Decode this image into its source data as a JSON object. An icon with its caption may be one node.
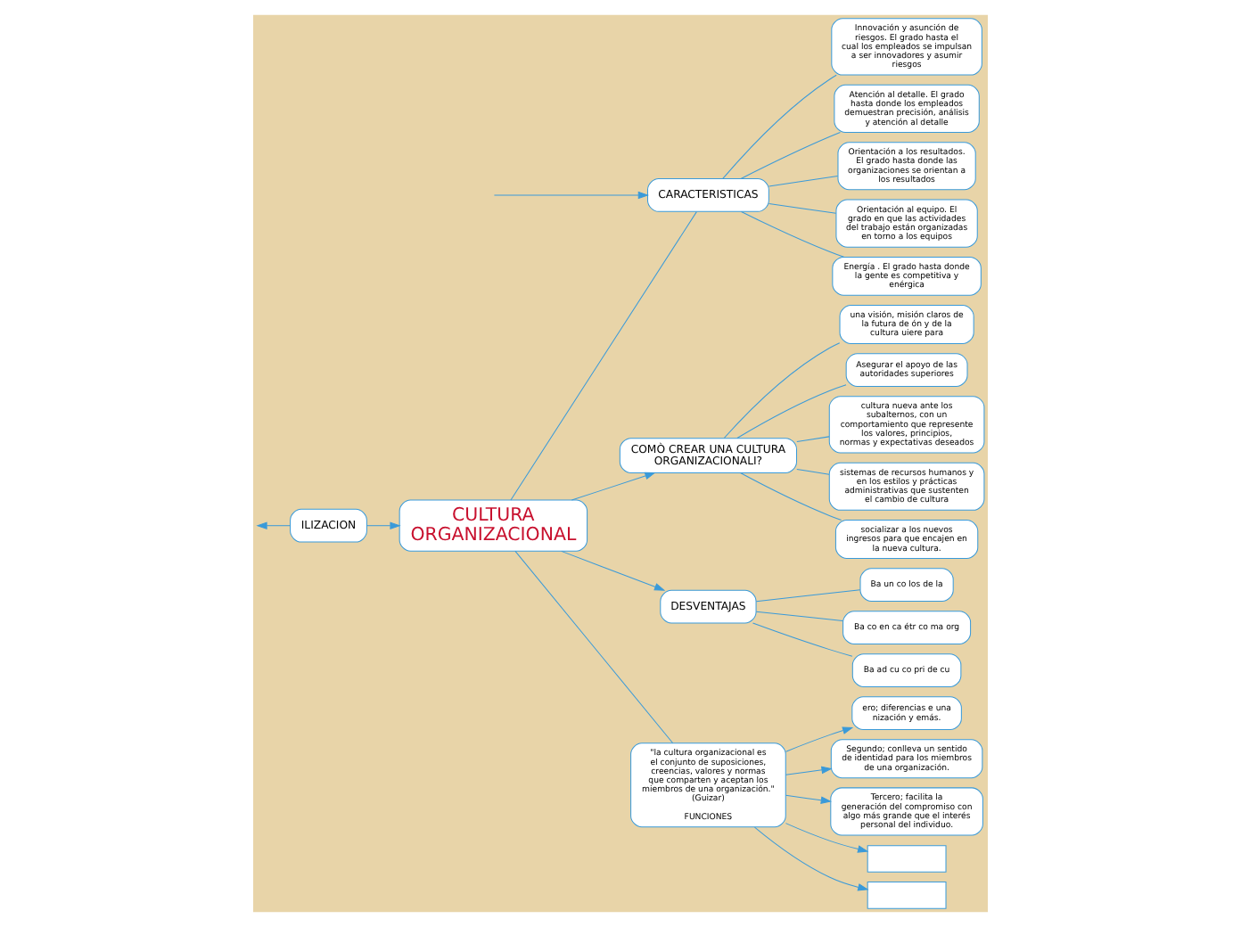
{
  "diagram": {
    "nodes": [
      {
        "text": [
          "CULTURA ORGANIZACIONAL"
        ]
      },
      {
        "text": [
          "COMÒ CREAR UNA CULTURA ORGANIZACIONALI?"
        ]
      },
      {
        "text": [
          "una visión, misión claros de la futura de ón y de la cultura uiere para"
        ]
      },
      {
        "text": [
          "Asegurar el apoyo de las autoridades superiores"
        ]
      },
      {
        "text": [
          "cultura nueva ante los subalternos, con un comportamiento que represente los valores, principios, normas y expectativas deseados"
        ]
      },
      {
        "text": [
          "sistemas de recursos humanos y en los estilos y prácticas administrativas que sustenten el cambio de cultura"
        ]
      },
      {
        "text": [
          "socializar a los nuevos ingresos para que encajen en la nueva cultura."
        ]
      },
      {
        "text": [
          "ILIZACION"
        ]
      },
      {
        "text": [
          "DESVENTAJAS"
        ]
      },
      {
        "text": [
          "Ba un co los de la"
        ]
      },
      {
        "text": [
          "Ba co en ca étr co ma org"
        ]
      },
      {
        "text": [
          "Ba ad cu co pri de cu"
        ]
      },
      {
        "text": [
          "\"la cultura organizacional es el conjunto de suposiciones, creencias, valores y normas que comparten y aceptan los miembros de una organización.\" (Guizar)",
          "FUNCIONES"
        ]
      },
      {
        "text": [
          "ero; diferencias e una nización y emás."
        ]
      },
      {
        "text": [
          "Segundo; conlleva un sentido de identidad para los miembros de una organización."
        ]
      },
      {
        "text": [
          "Tercero; facilita la generación del compromiso con algo más grande que el interés personal del individuo."
        ]
      },
      {
        "text": [],
        "shape": "box"
      },
      {
        "text": [],
        "shape": "box"
      },
      {
        "text": [
          "CARACTERISTICAS"
        ]
      },
      {
        "text": [
          "Innovación y asunción de riesgos. El grado hasta el cual los empleados se impulsan a ser innovadores y asumir riesgos"
        ]
      },
      {
        "text": [
          "Atención al detalle. El grado hasta donde los empleados demuestran precisión, análisis y atención al detalle"
        ]
      },
      {
        "text": [
          "Orientación a los resultados. El grado hasta donde las organizaciones se orientan a los resultados"
        ]
      },
      {
        "text": [
          "Orientación al equipo. El grado en que las actividades del trabajo están organizadas en torno a los equipos"
        ]
      },
      {
        "text": [
          "Energía . El grado hasta donde la gente es competitiva y enérgica"
        ]
      }
    ],
    "edges": [
      {
        "from": 0,
        "to": 1,
        "arrow": "to"
      },
      {
        "from": 1,
        "to": 2,
        "arrow": "none"
      },
      {
        "from": 1,
        "to": 3,
        "arrow": "none"
      },
      {
        "from": 1,
        "to": 4,
        "arrow": "none"
      },
      {
        "from": 1,
        "to": 5,
        "arrow": "none"
      },
      {
        "from": 1,
        "to": 6,
        "arrow": "none"
      },
      {
        "from": 7,
        "to": 0,
        "arrow": "to"
      },
      {
        "from": 7,
        "to": null,
        "arrow": "to"
      },
      {
        "from": 0,
        "to": 8,
        "arrow": "to"
      },
      {
        "from": 8,
        "to": 9,
        "arrow": "none"
      },
      {
        "from": 8,
        "to": 10,
        "arrow": "none"
      },
      {
        "from": 8,
        "to": 11,
        "arrow": "none"
      },
      {
        "from": 0,
        "to": 12,
        "arrow": "none"
      },
      {
        "from": 12,
        "to": 13,
        "arrow": "to"
      },
      {
        "from": 12,
        "to": 14,
        "arrow": "to"
      },
      {
        "from": 12,
        "to": 15,
        "arrow": "to"
      },
      {
        "from": 12,
        "to": 16,
        "arrow": "to"
      },
      {
        "from": 12,
        "to": 17,
        "arrow": "to"
      },
      {
        "from": 0,
        "to": 18,
        "arrow": "none"
      },
      {
        "from": null,
        "to": 18,
        "arrow": "to"
      },
      {
        "from": 18,
        "to": 19,
        "arrow": "none"
      },
      {
        "from": 18,
        "to": 20,
        "arrow": "none"
      },
      {
        "from": 18,
        "to": 21,
        "arrow": "none"
      },
      {
        "from": 18,
        "to": 22,
        "arrow": "none"
      },
      {
        "from": 18,
        "to": 23,
        "arrow": "none"
      }
    ]
  }
}
